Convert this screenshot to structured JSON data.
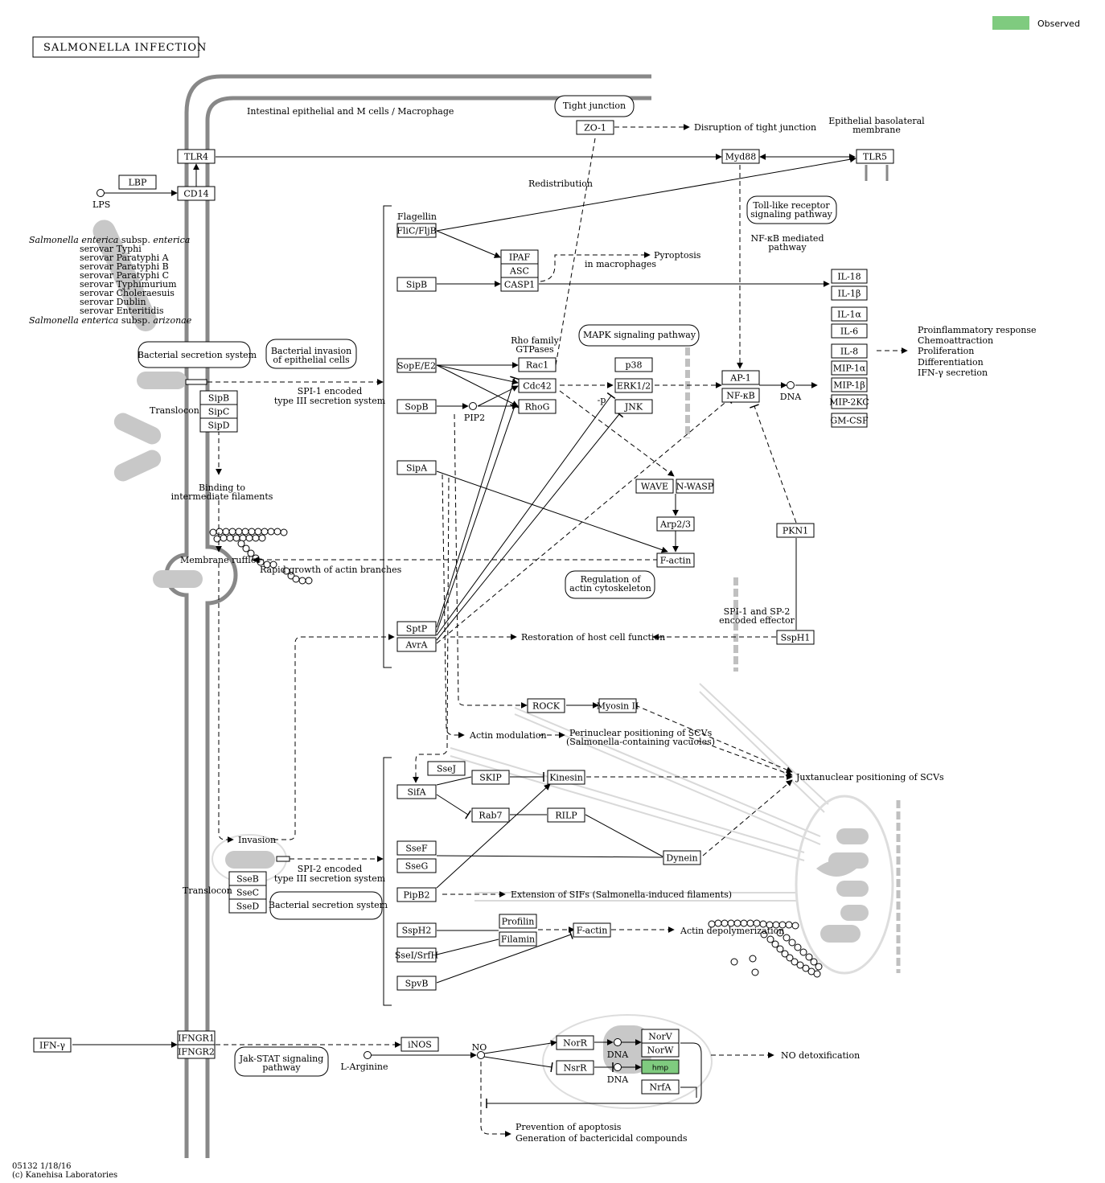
{
  "title": "SALMONELLA INFECTION",
  "legend": {
    "label": "Observed",
    "color": "#7fcb7f"
  },
  "footer": {
    "line1": "05132 1/18/16",
    "line2": "(c) Kanehisa Laboratories"
  },
  "genes": {
    "tlr4": "TLR4",
    "cd14": "CD14",
    "lbp": "LBP",
    "zo1": "ZO-1",
    "myd88": "Myd88",
    "tlr5": "TLR5",
    "flic": "FliC/FljB",
    "ipaf": "IPAF",
    "asc": "ASC",
    "casp1": "CASP1",
    "sipb": "SipB",
    "il18": "IL-18",
    "il1b": "IL-1β",
    "il1a": "IL-1α",
    "il6": "IL-6",
    "il8": "IL-8",
    "mip1a": "MIP-1α",
    "mip1b": "MIP-1β",
    "mip2kc": "MIP-2KC",
    "gmcsf": "GM-CSF",
    "sope": "SopE/E2",
    "sopb": "SopB",
    "rac1": "Rac1",
    "cdc42": "Cdc42",
    "rhog": "RhoG",
    "p38": "p38",
    "erk": "ERK1/2",
    "jnk": "JNK",
    "ap1": "AP-1",
    "nfkb": "NF-κB",
    "sipb2": "SipB",
    "sipc": "SipC",
    "sipd": "SipD",
    "sipa": "SipA",
    "wave": "WAVE",
    "nwasp": "N-WASP",
    "arp23": "Arp2/3",
    "factin": "F-actin",
    "pkn1": "PKN1",
    "sptp": "SptP",
    "avra": "AvrA",
    "ssph1": "SspH1",
    "rock": "ROCK",
    "myosin": "Myosin II",
    "ssej": "SseJ",
    "sifa": "SifA",
    "skip": "SKIP",
    "kinesin": "Kinesin",
    "rab7": "Rab7",
    "rilp": "RILP",
    "ssef": "SseF",
    "sseg": "SseG",
    "dynein": "Dynein",
    "pipb2": "PipB2",
    "sseb": "SseB",
    "ssec": "SseC",
    "ssed": "SseD",
    "profilin": "Profilin",
    "filamin": "Filamin",
    "ssph2": "SspH2",
    "ssei": "SseI/SrfH",
    "spvb": "SpvB",
    "factin2": "F-actin",
    "ifng": "IFN-γ",
    "ifngr1": "IFNGR1",
    "ifngr2": "IFNGR2",
    "inos": "iNOS",
    "norr": "NorR",
    "nsrr": "NsrR",
    "norv": "NorV",
    "norw": "NorW",
    "hmp": "hmp",
    "nrfa": "NrfA"
  },
  "labels": {
    "lps": "LPS",
    "s1": "Salmonella enterica",
    "s1b": " subsp. ",
    "s1c": "enterica",
    "sv1": "serovar Typhi",
    "sv2": "serovar Paratyphi A",
    "sv3": "serovar Paratyphi B",
    "sv4": "serovar Paratyphi C",
    "sv5": "serovar Typhimurium",
    "sv6": "serovar Choleraesuis",
    "sv7": "serovar Dublin",
    "sv8": "serovar Enteritidis",
    "s9a": "Salmonella enterica",
    "s9b": " subsp. ",
    "s9c": "arizonae",
    "cells": "Intestinal epithelial and M cells / Macrophage",
    "tight": "Tight junction",
    "disruption": "Disruption of tight junction",
    "basol1": "Epithelial basolateral",
    "basol2": "membrane",
    "redistribution": "Redistribution",
    "tlrpath1": "Toll-like receptor",
    "tlrpath2": "signaling pathway",
    "nfkbpath1": "NF-κB mediated",
    "nfkbpath2": "pathway",
    "flagellin": "Flagellin",
    "pyroptosis": "Pyroptosis",
    "inmacro": "in macrophages",
    "proinf1": "Proinflammatory response",
    "proinf2": "Chemoattraction",
    "proinf3": "Proliferation",
    "proinf4": "Differentiation",
    "proinf5": "IFN-γ secretion",
    "bss1": "Bacterial secretion system",
    "binv1": "Bacterial invasion",
    "binv2": "of epithelial cells",
    "spi1a": "SPI-1 encoded",
    "spi1b": "type III secretion system",
    "rho1": "Rho family",
    "rho2": "GTPases",
    "mapk": "MAPK signaling pathway",
    "dna1": "DNA",
    "translocon1": "Translocon",
    "pip2": "PIP2",
    "minusp": "-p",
    "binding1": "Binding to",
    "binding2": "intermediate filaments",
    "ruffles": "Membrane ruffles",
    "rapid": "Rapid growth of actin branches",
    "regact1": "Regulation of",
    "regact2": "actin cytoskeleton",
    "spi12a": "SPI-1 and SP-2",
    "spi12b": "encoded effector",
    "restoration": "Restoration of host cell function",
    "actinmod": "Actin modulation",
    "peri1": "Perinuclear positioning of SCVs",
    "peri2": "(Salmonella-containing vacuoles)",
    "juxta": "Juxtanuclear positioning of SCVs",
    "invasion": "Invasion",
    "spi2a": "SPI-2 encoded",
    "spi2b": "type III secretion system",
    "translocon2": "Translocon",
    "bss2": "Bacterial secretion system",
    "sifs": "Extension of SIFs (Salmonella-induced filaments)",
    "actindepol": "Actin depolymerization",
    "jak1": "Jak-STAT signaling",
    "jak2": "pathway",
    "larg": "L-Arginine",
    "no": "NO",
    "dna2": "DNA",
    "dna3": "DNA",
    "nodetox": "NO detoxification",
    "prev1": "Prevention of apoptosis",
    "prev2": "Generation of bactericidal compounds"
  }
}
